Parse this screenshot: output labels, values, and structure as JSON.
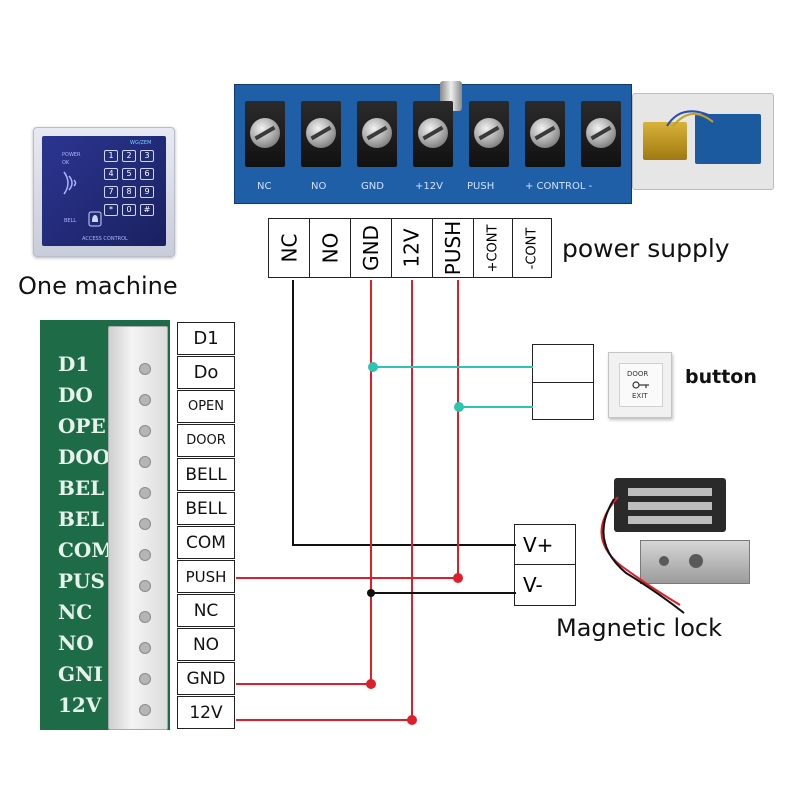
{
  "keypad": {
    "header_text": "WG/ZEM",
    "labels": [
      "POWER",
      "OK"
    ],
    "keys": [
      "1",
      "2",
      "3",
      "4",
      "5",
      "6",
      "7",
      "8",
      "9",
      "*",
      "0",
      "#"
    ],
    "bell_label": "BELL",
    "footer_text": "ACCESS CONTROL"
  },
  "machine_caption": "One machine",
  "terminal_strip": {
    "labels": [
      "NC",
      "NO",
      "GND",
      "+12V",
      "PUSH",
      "+ CONTROL -"
    ]
  },
  "power_supply": {
    "header_cells": [
      "NC",
      "NO",
      "GND",
      "12V",
      "PUSH",
      "+CONT",
      "-CONT"
    ],
    "caption": "power supply"
  },
  "pcb_labels": [
    "D1",
    "DO",
    "OPE",
    "DOO",
    "BEL",
    "BEL",
    "COM",
    "PUS",
    "NC",
    "NO",
    "GNI",
    "12V"
  ],
  "controller_terminals": [
    "D1",
    "Do",
    "OPEN",
    "DOOR",
    "BELL",
    "BELL",
    "COM",
    "PUSH",
    "NC",
    "NO",
    "GND",
    "12V"
  ],
  "button": {
    "caption": "button",
    "face_text_1": "DOOR",
    "face_text_2": "EXIT"
  },
  "lock_terminals": [
    "V+",
    "V-"
  ],
  "lock_caption": "Magnetic lock",
  "colors": {
    "red_wire": "#e01e2b",
    "black_wire": "#111111",
    "teal_wire": "#2cc5b0",
    "pcb_green": "#1e6b47",
    "terminal_blue": "#1f5fa8"
  }
}
